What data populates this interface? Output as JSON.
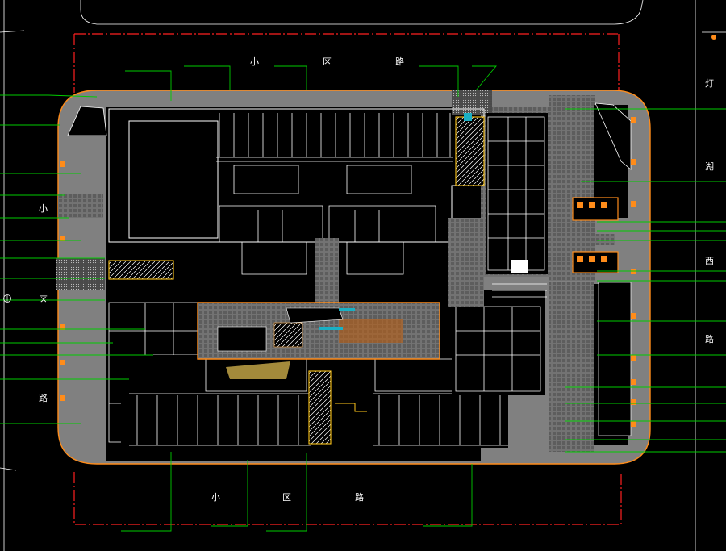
{
  "road_labels": {
    "top": [
      "小",
      "区",
      "路"
    ],
    "bottom": [
      "小",
      "区",
      "路"
    ],
    "left": [
      "小",
      "区",
      "路"
    ],
    "right": [
      "灯",
      "湖",
      "西",
      "路"
    ]
  },
  "colors": {
    "background": "#000000",
    "paving": "#808080",
    "walls": "#ffffff",
    "leaders": "#00cc00",
    "boundary": "#ff2020",
    "paving_edge": "#ff8c1a"
  }
}
